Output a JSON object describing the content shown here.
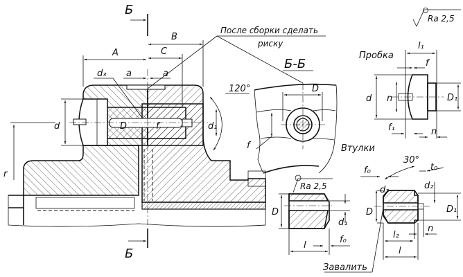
{
  "section_marks": {
    "cut_top": "Б",
    "cut_bottom": "Б",
    "view_title": "Б-Б"
  },
  "main_view": {
    "dim_A": "A",
    "dim_B": "B",
    "dim_C": "C",
    "dim_d3": "d₃",
    "dim_a_left": "a",
    "dim_a_right": "a",
    "dim_d": "d",
    "dim_D": "D",
    "dim_d1": "d₁",
    "dim_r": "r",
    "dim_f": "f",
    "angle": "120°"
  },
  "note": {
    "line1": "После сборки сделать",
    "line2": "риску"
  },
  "section_view": {
    "dim_D": "D",
    "dim_f": "f"
  },
  "roughness": {
    "general": "Ra 2,5",
    "bushing": "Ra 2,5"
  },
  "plug": {
    "title": "Пробка",
    "dim_l1": "l₁",
    "dim_f": "f",
    "dim_d": "d",
    "dim_n_slot": "n",
    "dim_D1": "D₁",
    "dim_f1": "f₁",
    "dim_n": "n"
  },
  "bushings": {
    "title": "Втулки",
    "left": {
      "dim_D": "D",
      "dim_d1": "d₁",
      "dim_l": "l",
      "dim_f0": "f₀"
    },
    "right": {
      "angle": "30°",
      "dim_f0": "f₀",
      "dim_t0": "t₀",
      "dim_d2": "d₂",
      "dim_d3": "d₃",
      "dim_D": "D",
      "dim_D1": "D₁",
      "dim_l2": "l₂",
      "dim_l": "l",
      "dim_n": "n"
    },
    "note": "Завалить"
  }
}
